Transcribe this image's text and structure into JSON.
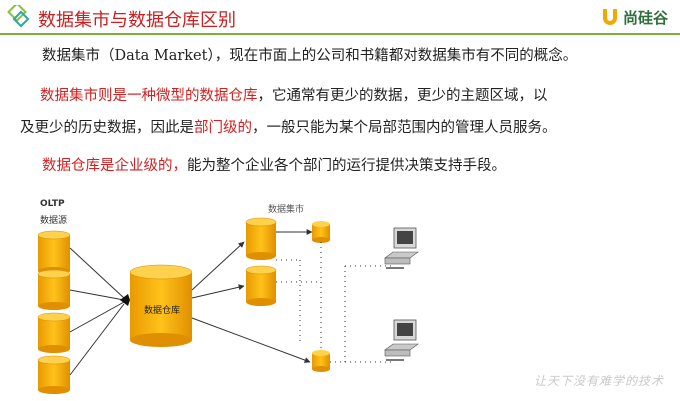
{
  "header": {
    "title": "数据集市与数据仓库区别",
    "brand": "尚硅谷"
  },
  "paragraphs": [
    {
      "segments": [
        {
          "text": "数据集市（Data Market），现在市面上的公司和书籍都对数据集市有不同的概念。",
          "red": false
        }
      ]
    },
    {
      "segments": [
        {
          "text": "数据集市则是一种微型的数据仓库",
          "red": true
        },
        {
          "text": "，它通常有更少的数据，更少的主题区域，以",
          "red": false
        }
      ]
    },
    {
      "segments": [
        {
          "text": "及更少的历史数据，因此是",
          "red": false
        },
        {
          "text": "部门级的",
          "red": true
        },
        {
          "text": "，一般只能为某个局部范围内的管理人员服务。",
          "red": false
        }
      ]
    },
    {
      "segments": [
        {
          "text": "数据仓库是企业级的，",
          "red": true
        },
        {
          "text": "能为整个企业各个部门的运行提供决策支持手段。",
          "red": false
        }
      ]
    }
  ],
  "diagram": {
    "oltp_label": "OLTP",
    "source_label": "数据源",
    "warehouse_label": "数据仓库",
    "mart_label": "数据集市",
    "colors": {
      "cylinder": "#f2a800",
      "cylinder_top": "#ffcc33",
      "line": "#333333"
    }
  },
  "footer": {
    "slogan": "让天下没有难学的技术"
  },
  "colors": {
    "accent_red": "#d32020",
    "brand_green": "#2f6f3a",
    "rule_green": "#7fae3a"
  }
}
